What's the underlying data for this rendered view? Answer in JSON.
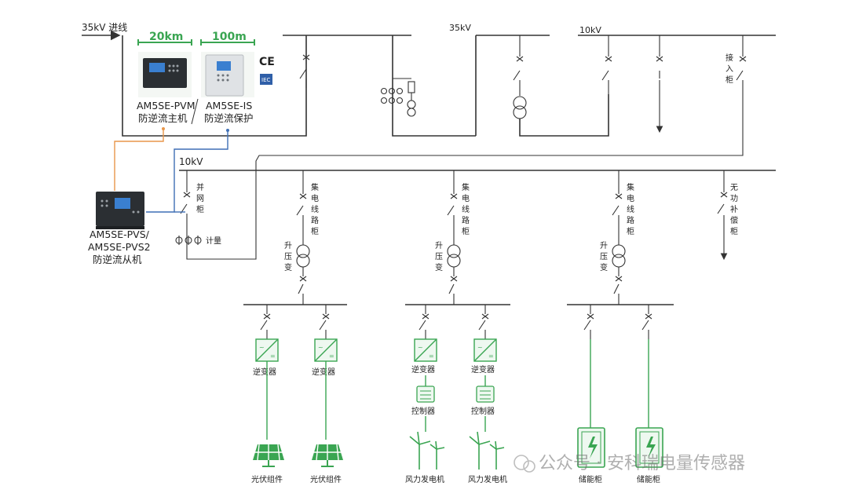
{
  "incoming": "35kV 进线",
  "distances": {
    "a": "20km",
    "b": "100m"
  },
  "cert": {
    "ce": "CE",
    "iec": "IEC"
  },
  "devices": {
    "pvm": {
      "model": "AM5SE-PVM",
      "desc": "防逆流主机"
    },
    "is": {
      "model": "AM5SE-IS",
      "desc": "防逆流保护"
    },
    "pvs": {
      "model1": "AM5SE-PVS/",
      "model2": "AM5SE-PVS2",
      "desc": "防逆流从机"
    }
  },
  "buses": {
    "bus35": "35kV",
    "bus10top": "10kV",
    "bus10main": "10kV"
  },
  "labels": {
    "jieru": [
      "接",
      "入",
      "柜"
    ],
    "bingwang": [
      "并",
      "网",
      "柜"
    ],
    "jidian": [
      "集",
      "电",
      "线",
      "路",
      "柜"
    ],
    "wugong": [
      "无",
      "功",
      "补",
      "偿",
      "柜"
    ],
    "shengya": [
      "升",
      "压",
      "变"
    ],
    "jiliang": "计量",
    "inverter": "逆变器",
    "controller": "控制器",
    "pv": "光伏组件",
    "wind": "风力发电机",
    "storage": "储能柜"
  },
  "watermark": "公众号 · 安科瑞电量传感器",
  "colors": {
    "green": "#3aa552",
    "orange": "#e8964a",
    "blue": "#3f6fb5",
    "line": "#333333"
  }
}
